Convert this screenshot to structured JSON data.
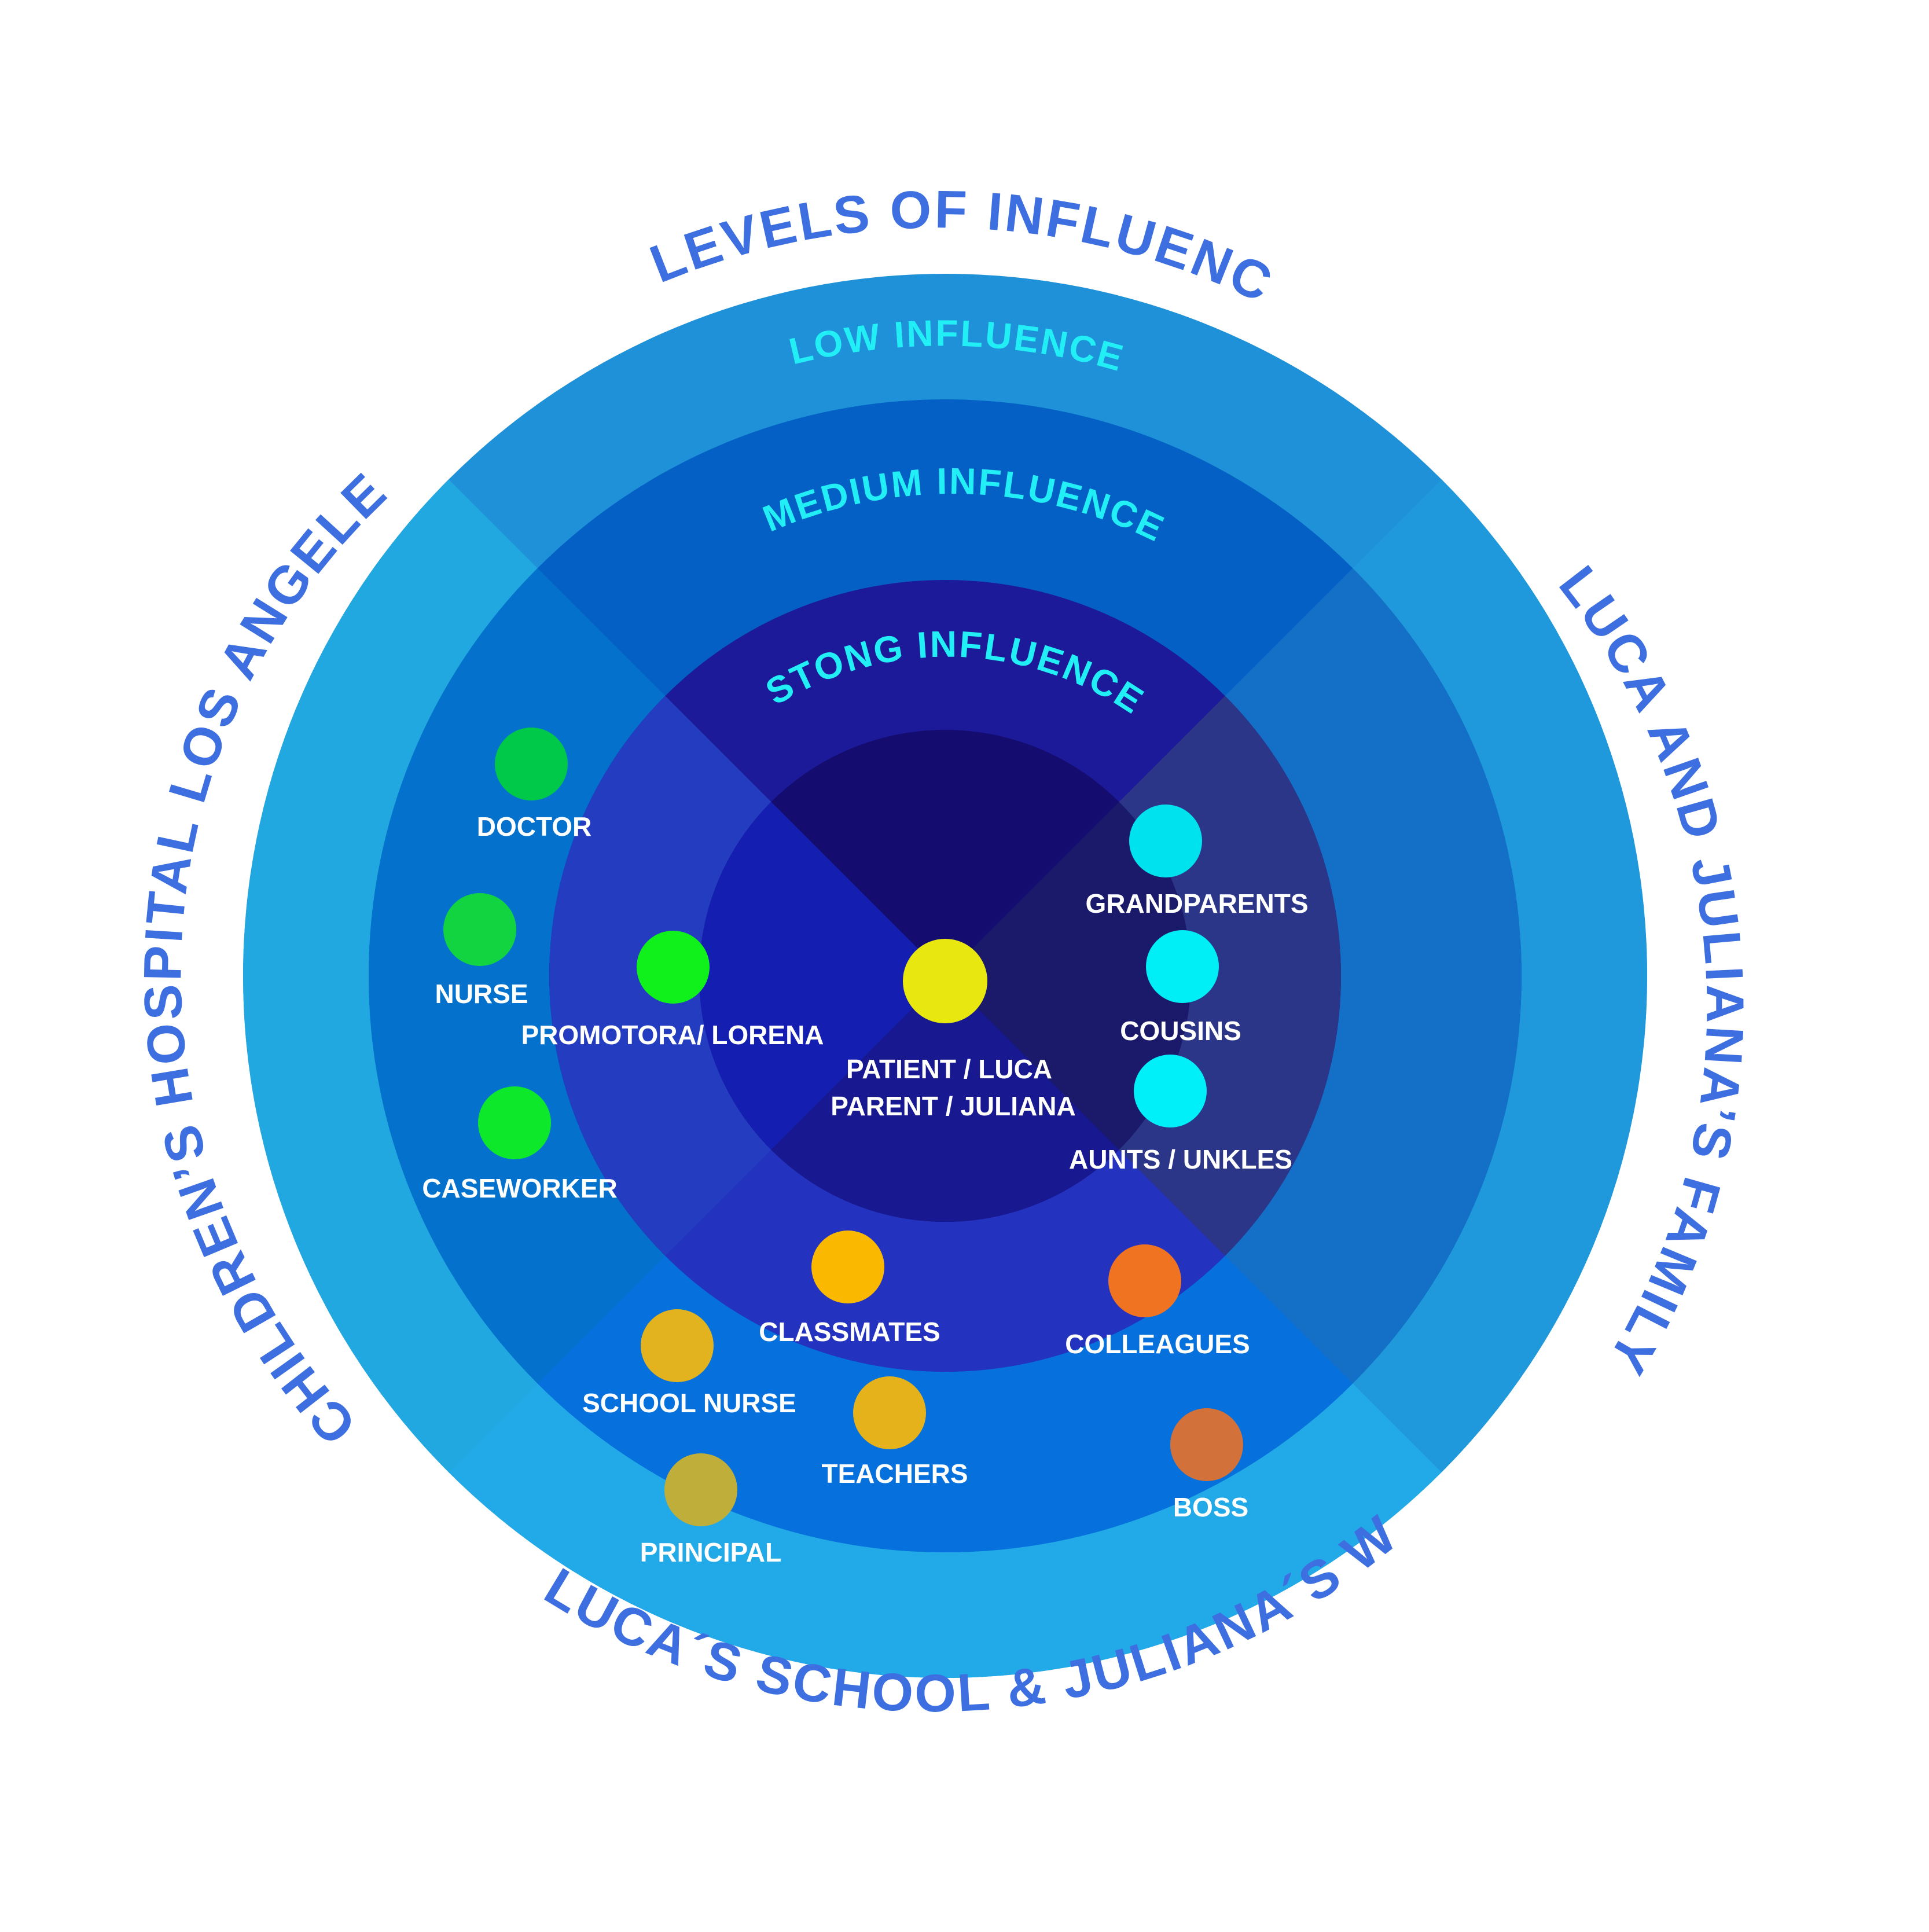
{
  "title": "LEVELS OF INFLUENCE",
  "rings": {
    "low": "LOW INFLUENCE",
    "medium": "MEDIUM INFLUENCE",
    "strong": "STONG INFLUENCE"
  },
  "sectors": {
    "left": "CHILDREN’S HOSPITAL LOS ANGELES",
    "right": "LUCA AND JULIANA’S FAMILY",
    "bottom": "LUCA´S SCHOOL & JULIANA´S WORK"
  },
  "center": {
    "line1": "PATIENT / LUCA",
    "line2": "PARENT / JULIANA",
    "color": "#e8e810"
  },
  "nodes": {
    "doctor": {
      "label": "DOCTOR",
      "color": "#00c94a"
    },
    "nurse": {
      "label": "NURSE",
      "color": "#12d440"
    },
    "caseworker": {
      "label": "CASEWORKER",
      "color": "#0ee82a"
    },
    "promotora": {
      "label": "PROMOTORA/ LORENA",
      "color": "#10f01a"
    },
    "grandparents": {
      "label": "GRANDPARENTS",
      "color": "#00e2ee"
    },
    "cousins": {
      "label": "COUSINS",
      "color": "#00eef6"
    },
    "aunts": {
      "label": "AUNTS / UNKLES",
      "color": "#00f0fa"
    },
    "classmates": {
      "label": "CLASSMATES",
      "color": "#fbb800"
    },
    "colleagues": {
      "label": "COLLEAGUES",
      "color": "#f07322"
    },
    "school_nurse": {
      "label": "SCHOOL NURSE",
      "color": "#e2b21f"
    },
    "teachers": {
      "label": "TEACHERS",
      "color": "#e6b21c"
    },
    "principal": {
      "label": "PRINCIPAL",
      "color": "#bfae3a"
    },
    "boss": {
      "label": "BOSS",
      "color": "#d2713a"
    }
  },
  "colors": {
    "title_text": "#3d6fe0",
    "ring_label_text": "#22eef6",
    "outer_ring": "#1f92d8",
    "medium_ring": "#0460c4",
    "strong_ring": "#1d1a9a",
    "core": "#140c6e"
  }
}
